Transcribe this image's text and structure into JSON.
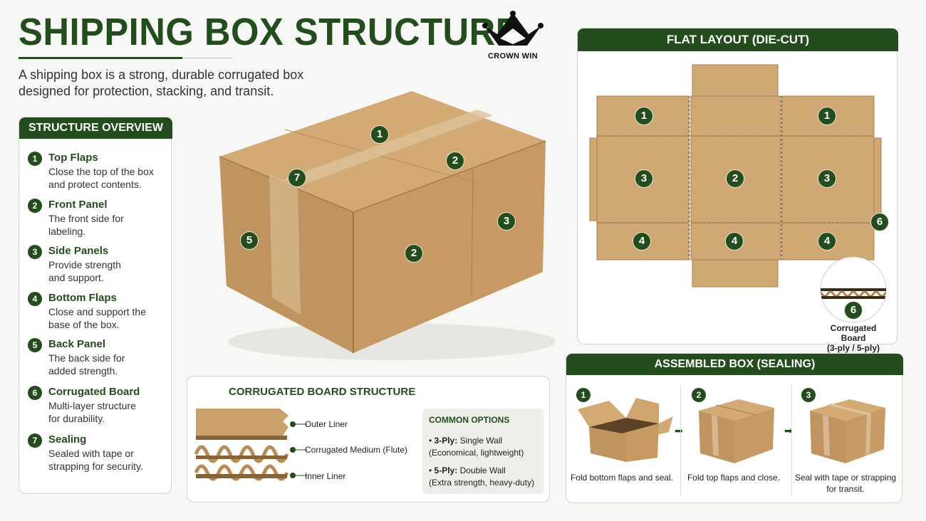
{
  "header": {
    "title": "SHIPPING BOX STRUCTURE",
    "subtitle": "A shipping box is a strong, durable corrugated box designed for protection, stacking, and transit.",
    "brand": "CROWN WIN"
  },
  "overview": {
    "title": "STRUCTURE OVERVIEW",
    "items": [
      {
        "num": "1",
        "title": "Top Flaps",
        "desc": "Close the top of the box and protect contents."
      },
      {
        "num": "2",
        "title": "Front Panel",
        "desc": "The front side for labeling."
      },
      {
        "num": "3",
        "title": "Side Panels",
        "desc": "Provide strength and support."
      },
      {
        "num": "4",
        "title": "Bottom Flaps",
        "desc": "Close and support the base of the box."
      },
      {
        "num": "5",
        "title": "Back Panel",
        "desc": "The back side for added strength."
      },
      {
        "num": "6",
        "title": "Corrugated Board",
        "desc": "Multi-layer structure for durability."
      },
      {
        "num": "7",
        "title": "Sealing",
        "desc": "Sealed with tape or strapping for security."
      }
    ]
  },
  "box_markers": [
    "1",
    "2",
    "3",
    "2",
    "5",
    "7"
  ],
  "flat": {
    "title": "FLAT LAYOUT (DIE-CUT)",
    "markers": [
      "1",
      "1",
      "3",
      "2",
      "3",
      "4",
      "4",
      "4",
      "6"
    ],
    "board_num": "6",
    "board_label": "Corrugated Board",
    "board_sub": "(3-ply / 5-ply)"
  },
  "board": {
    "title": "CORRUGATED BOARD STRUCTURE",
    "layers": [
      "Outer Liner",
      "Corrugated Medium (Flute)",
      "Inner Liner"
    ],
    "options_title": "COMMON OPTIONS",
    "options": [
      {
        "name": "3-Ply:",
        "value": "Single Wall",
        "note": "(Economical, lightweight)"
      },
      {
        "name": "5-Ply:",
        "value": "Double Wall",
        "note": "(Extra strength, heavy-duty)"
      }
    ]
  },
  "assembled": {
    "title": "ASSEMBLED BOX (SEALING)",
    "steps": [
      {
        "num": "1",
        "caption": "Fold bottom flaps and seal."
      },
      {
        "num": "2",
        "caption": "Fold top flaps and close."
      },
      {
        "num": "3",
        "caption": "Seal with tape or strapping for transit."
      }
    ]
  },
  "colors": {
    "green": "#234d1c",
    "kraft": "#c79a63"
  }
}
